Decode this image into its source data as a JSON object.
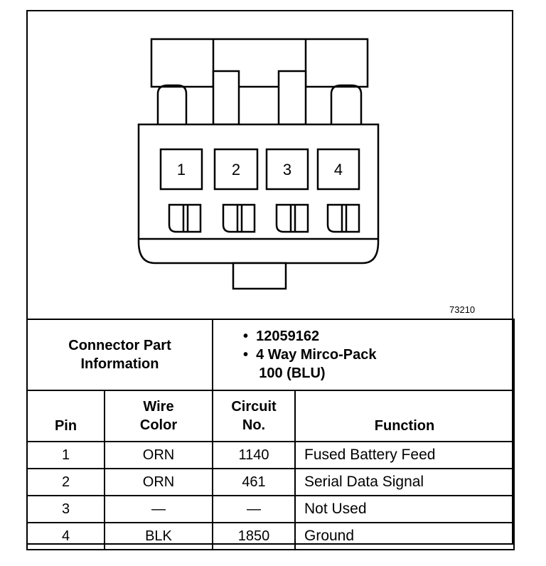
{
  "figure": {
    "id": "73210"
  },
  "connector": {
    "pin_labels": [
      "1",
      "2",
      "3",
      "4"
    ],
    "part_info_label_line1": "Connector Part",
    "part_info_label_line2": "Information",
    "part_number": "12059162",
    "description_line1": "4 Way Mirco-Pack",
    "description_line2": "100 (BLU)"
  },
  "table": {
    "headers": {
      "pin": "Pin",
      "wire_color_line1": "Wire",
      "wire_color_line2": "Color",
      "circuit_line1": "Circuit",
      "circuit_line2": "No.",
      "function": "Function"
    },
    "rows": [
      {
        "pin": "1",
        "wire_color": "ORN",
        "circuit": "1140",
        "function": "Fused Battery Feed"
      },
      {
        "pin": "2",
        "wire_color": "ORN",
        "circuit": "461",
        "function": "Serial Data Signal"
      },
      {
        "pin": "3",
        "wire_color": "—",
        "circuit": "—",
        "function": "Not Used"
      },
      {
        "pin": "4",
        "wire_color": "BLK",
        "circuit": "1850",
        "function": "Ground"
      }
    ]
  }
}
